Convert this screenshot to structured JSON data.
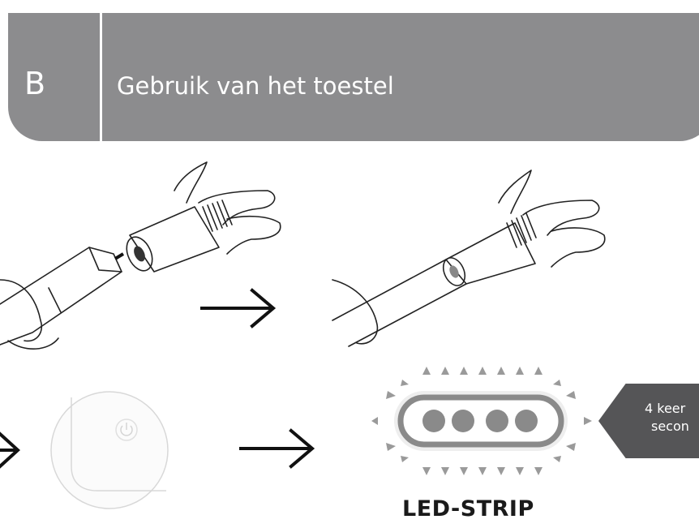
{
  "header": {
    "section_letter": "B",
    "title": "Gebruik van het toestel"
  },
  "led": {
    "label": "LED-STRIP",
    "badge_line1": "4 keer",
    "badge_line2": "secon"
  },
  "colors": {
    "header_bg": "#8c8c8e",
    "badge_bg": "#555557",
    "led_dot": "#8a8a8a",
    "led_ray": "#9a9a9a",
    "device_outline": "#d8d8d8"
  },
  "icons": [
    "arrow-right-icon",
    "power-icon"
  ]
}
